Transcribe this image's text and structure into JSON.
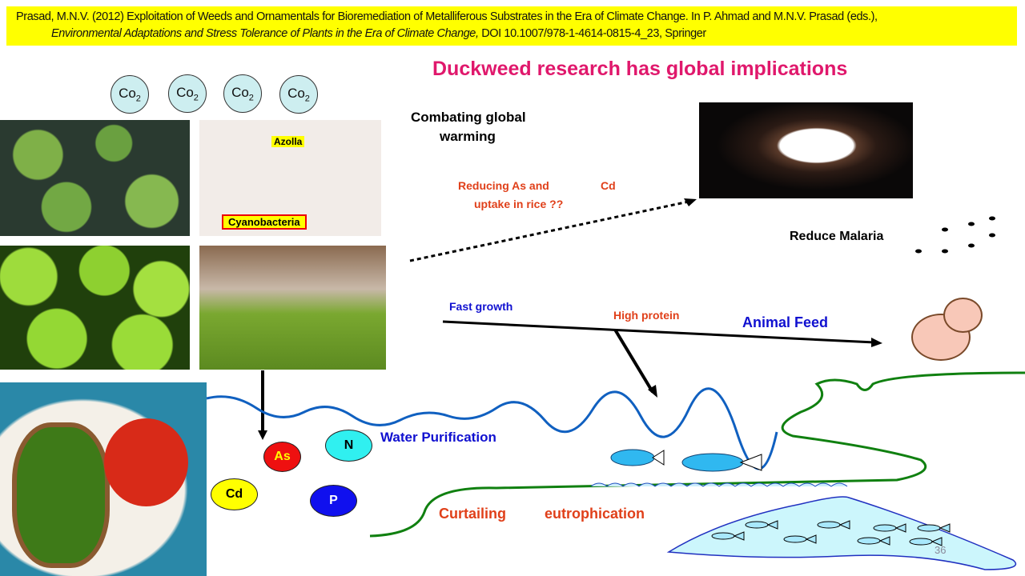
{
  "citation": {
    "line1": "Prasad, M.N.V. (2012) Exploitation of Weeds and Ornamentals for Bioremediation of Metalliferous Substrates  in the Era of Climate Change. In P. Ahmad and M.N.V. Prasad (eds.),",
    "line2_italic": "Environmental Adaptations and Stress Tolerance of Plants in the Era of Climate Change,",
    "line2_rest": " DOI 10.1007/978-1-4614-0815-4_23, Springer"
  },
  "title": "Duckweed research has global implications",
  "co2": {
    "base": "Co",
    "sub": "2"
  },
  "image_labels": {
    "azolla": "Azolla",
    "cyanobacteria": "Cyanobacteria"
  },
  "labels": {
    "combating1": "Combating global",
    "combating2": "warming",
    "reducing": "Reducing As and",
    "cd_rice": "Cd",
    "uptake": "uptake in rice ??",
    "malaria": "Reduce Malaria",
    "fast_growth": "Fast growth",
    "high_protein": "High protein",
    "animal_feed": "Animal Feed",
    "water_purification": "Water Purification",
    "curtailing": "Curtailing",
    "eutrophication": "eutrophication"
  },
  "elements": {
    "as": "As",
    "n": "N",
    "cd": "Cd",
    "p": "P"
  },
  "slide_number": "36",
  "colors": {
    "title": "#e0186c",
    "orange": "#e0401a",
    "blue": "#1010d0",
    "banner": "#ffff00"
  }
}
